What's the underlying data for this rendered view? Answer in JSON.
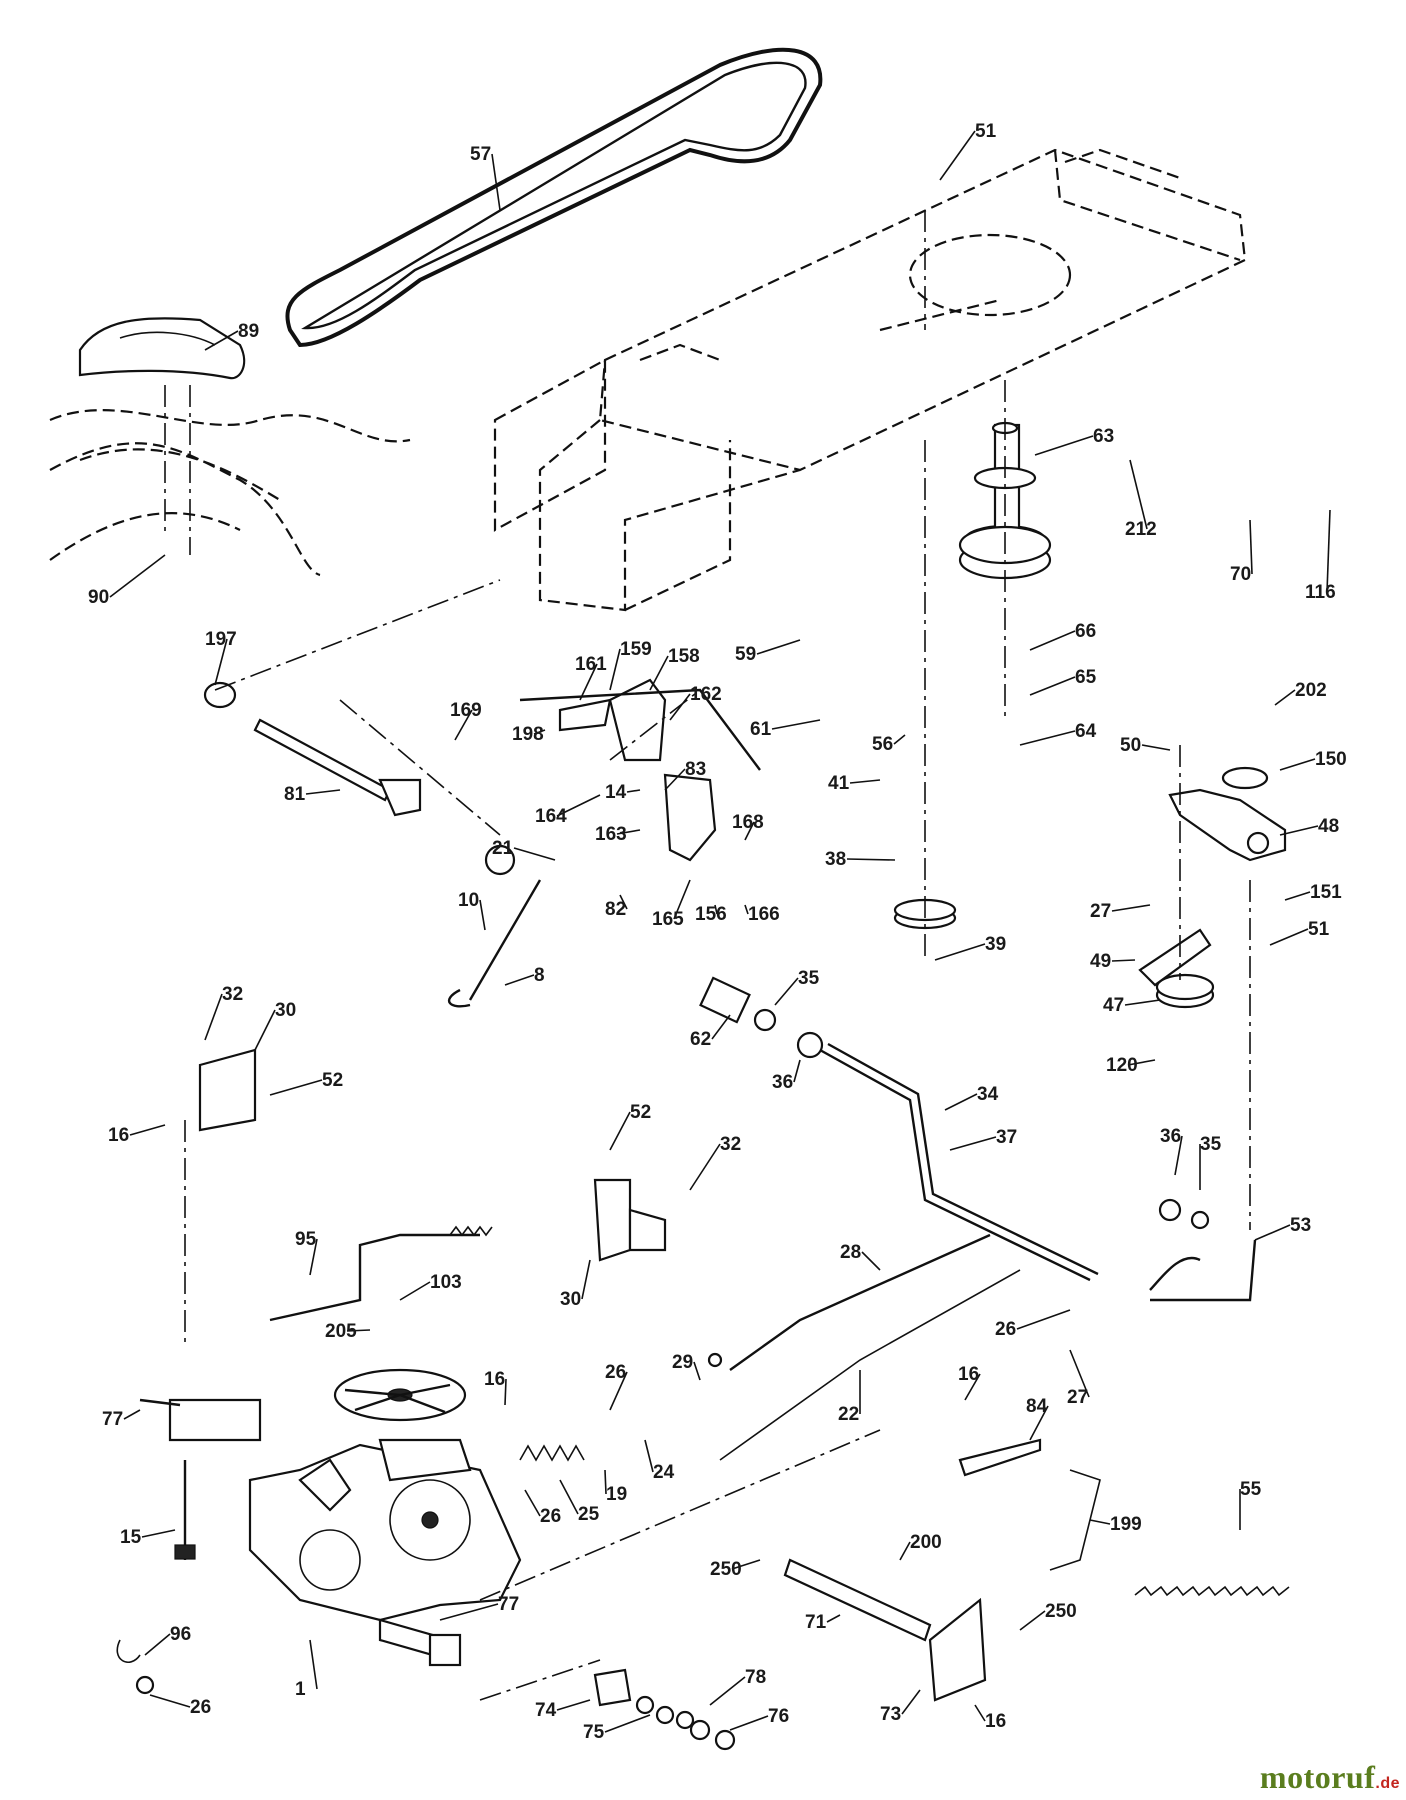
{
  "diagram": {
    "parts": [
      {
        "id": "p57",
        "label": "57"
      },
      {
        "id": "p51a",
        "label": "51"
      },
      {
        "id": "p89",
        "label": "89"
      },
      {
        "id": "p63",
        "label": "63"
      },
      {
        "id": "p212",
        "label": "212"
      },
      {
        "id": "p70",
        "label": "70"
      },
      {
        "id": "p116",
        "label": "116"
      },
      {
        "id": "p90",
        "label": "90"
      },
      {
        "id": "p197",
        "label": "197"
      },
      {
        "id": "p161",
        "label": "161"
      },
      {
        "id": "p159",
        "label": "159"
      },
      {
        "id": "p158",
        "label": "158"
      },
      {
        "id": "p59",
        "label": "59"
      },
      {
        "id": "p66",
        "label": "66"
      },
      {
        "id": "p169",
        "label": "169"
      },
      {
        "id": "p198",
        "label": "198"
      },
      {
        "id": "p162",
        "label": "162"
      },
      {
        "id": "p61",
        "label": "61"
      },
      {
        "id": "p65",
        "label": "65"
      },
      {
        "id": "p202",
        "label": "202"
      },
      {
        "id": "p83",
        "label": "83"
      },
      {
        "id": "p56",
        "label": "56"
      },
      {
        "id": "p64",
        "label": "64"
      },
      {
        "id": "p50",
        "label": "50"
      },
      {
        "id": "p150",
        "label": "150"
      },
      {
        "id": "p81",
        "label": "81"
      },
      {
        "id": "p164",
        "label": "164"
      },
      {
        "id": "p14",
        "label": "14"
      },
      {
        "id": "p41",
        "label": "41"
      },
      {
        "id": "p168",
        "label": "168"
      },
      {
        "id": "p48",
        "label": "48"
      },
      {
        "id": "p163",
        "label": "163"
      },
      {
        "id": "p21",
        "label": "21"
      },
      {
        "id": "p38",
        "label": "38"
      },
      {
        "id": "p151",
        "label": "151"
      },
      {
        "id": "p10",
        "label": "10"
      },
      {
        "id": "p82",
        "label": "82"
      },
      {
        "id": "p165",
        "label": "165"
      },
      {
        "id": "p156",
        "label": "156"
      },
      {
        "id": "p166",
        "label": "166"
      },
      {
        "id": "p27a",
        "label": "27"
      },
      {
        "id": "p51b",
        "label": "51"
      },
      {
        "id": "p39",
        "label": "39"
      },
      {
        "id": "p49",
        "label": "49"
      },
      {
        "id": "p8",
        "label": "8"
      },
      {
        "id": "p35a",
        "label": "35"
      },
      {
        "id": "p32a",
        "label": "32"
      },
      {
        "id": "p47",
        "label": "47"
      },
      {
        "id": "p30a",
        "label": "30"
      },
      {
        "id": "p62",
        "label": "62"
      },
      {
        "id": "p36a",
        "label": "36"
      },
      {
        "id": "p120",
        "label": "120"
      },
      {
        "id": "p52a",
        "label": "52"
      },
      {
        "id": "p34",
        "label": "34"
      },
      {
        "id": "p16a",
        "label": "16"
      },
      {
        "id": "p37",
        "label": "37"
      },
      {
        "id": "p52b",
        "label": "52"
      },
      {
        "id": "p36b",
        "label": "36"
      },
      {
        "id": "p35b",
        "label": "35"
      },
      {
        "id": "p32b",
        "label": "32"
      },
      {
        "id": "p53",
        "label": "53"
      },
      {
        "id": "p95",
        "label": "95"
      },
      {
        "id": "p28",
        "label": "28"
      },
      {
        "id": "p103",
        "label": "103"
      },
      {
        "id": "p30b",
        "label": "30"
      },
      {
        "id": "p205",
        "label": "205"
      },
      {
        "id": "p26a",
        "label": "26"
      },
      {
        "id": "p29",
        "label": "29"
      },
      {
        "id": "p26b",
        "label": "26"
      },
      {
        "id": "p27b",
        "label": "27"
      },
      {
        "id": "p16b",
        "label": "16"
      },
      {
        "id": "p16c",
        "label": "16"
      },
      {
        "id": "p77a",
        "label": "77"
      },
      {
        "id": "p22",
        "label": "22"
      },
      {
        "id": "p84",
        "label": "84"
      },
      {
        "id": "p24",
        "label": "24"
      },
      {
        "id": "p19",
        "label": "19"
      },
      {
        "id": "p55",
        "label": "55"
      },
      {
        "id": "p25",
        "label": "25"
      },
      {
        "id": "p26c",
        "label": "26"
      },
      {
        "id": "p15",
        "label": "15"
      },
      {
        "id": "p199",
        "label": "199"
      },
      {
        "id": "p200",
        "label": "200"
      },
      {
        "id": "p250a",
        "label": "250"
      },
      {
        "id": "p77b",
        "label": "77"
      },
      {
        "id": "p71",
        "label": "71"
      },
      {
        "id": "p250b",
        "label": "250"
      },
      {
        "id": "p96",
        "label": "96"
      },
      {
        "id": "p78",
        "label": "78"
      },
      {
        "id": "p1",
        "label": "1"
      },
      {
        "id": "p26d",
        "label": "26"
      },
      {
        "id": "p74",
        "label": "74"
      },
      {
        "id": "p76",
        "label": "76"
      },
      {
        "id": "p73",
        "label": "73"
      },
      {
        "id": "p16d",
        "label": "16"
      },
      {
        "id": "p75",
        "label": "75"
      }
    ]
  },
  "watermark": {
    "name": "motoruf",
    "tld": ".de"
  }
}
